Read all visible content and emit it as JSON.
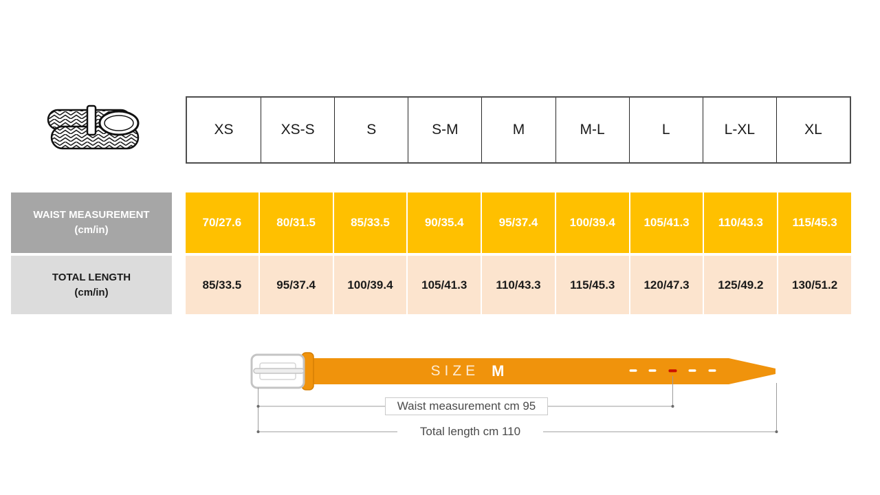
{
  "table": {
    "size_headers": [
      "XS",
      "XS-S",
      "S",
      "S-M",
      "M",
      "M-L",
      "L",
      "L-XL",
      "XL"
    ],
    "waist_row": {
      "label": "WAIST MEASUREMENT",
      "unit": "(cm/in)",
      "values": [
        "70/27.6",
        "80/31.5",
        "85/33.5",
        "90/35.4",
        "95/37.4",
        "100/39.4",
        "105/41.3",
        "110/43.3",
        "115/45.3"
      ]
    },
    "length_row": {
      "label": "TOTAL LENGTH",
      "unit": "(cm/in)",
      "values": [
        "85/33.5",
        "95/37.4",
        "100/39.4",
        "105/41.3",
        "110/43.3",
        "115/45.3",
        "120/47.3",
        "125/49.2",
        "130/51.2"
      ]
    }
  },
  "diagram": {
    "size_word": "SIZE",
    "size_value": "M",
    "waist_annotation": "Waist measurement cm 95",
    "length_annotation": "Total length cm 110",
    "hole_count": 5,
    "highlighted_hole_index": 2
  },
  "icons": {
    "top_left": "braided-belt-illustration",
    "diagram": "belt-with-buckle-diagram"
  },
  "colors": {
    "waist_cell_bg": "#ffc000",
    "length_cell_bg": "#fce4ce",
    "waist_label_bg": "#a6a6a6",
    "length_label_bg": "#dcdcdc",
    "belt_orange": "#f0930c",
    "highlighted_hole": "#cc1100",
    "header_border": "#4d4d4d",
    "dimension_line": "#9b9b9b"
  }
}
